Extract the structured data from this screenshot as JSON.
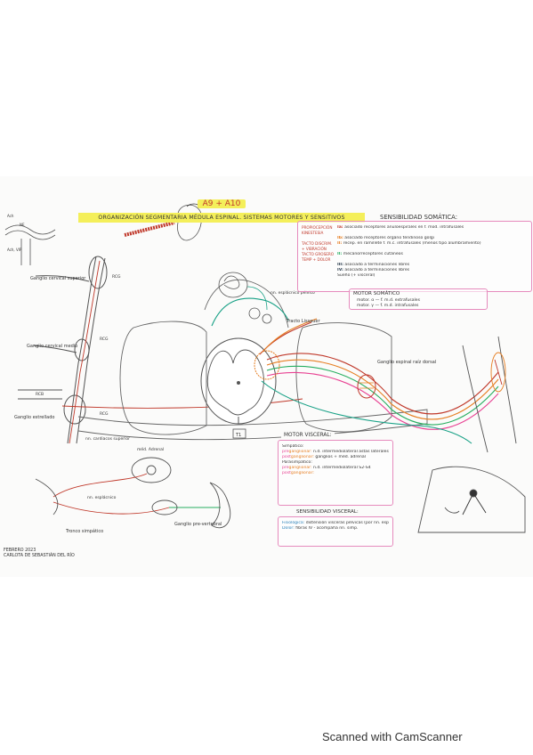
{
  "header": {
    "page_number": "A9 + A10",
    "title": "Organización segmentaria médula espinal. Sistemas motores y sensitivos"
  },
  "sensibilidad_somatica": {
    "title": "Sensibilidad somática:",
    "rows": [
      {
        "key": "Propiocepción",
        "key2": "Kinestesia",
        "num": "Ia:",
        "text": "asociado receptores anuloespirales en f. mod. intrafusales",
        "color": "red"
      },
      {
        "key": "",
        "key2": "",
        "num": "Ib:",
        "text": "asociado receptores órgano tendinoso golgi",
        "color": "orange"
      },
      {
        "key": "Tacto discrim.",
        "key2": "+ vibración",
        "num": "II:",
        "text": "recep. en ramillete f. m.c. intrafusales (menos tipo alumbramiento)",
        "color": "orange"
      },
      {
        "key": "Tacto grosero",
        "key2": "Temp + dolor",
        "num": "II:",
        "text": "mecanorreceptores cutáneos",
        "color": "green"
      },
      {
        "key": "",
        "key2": "",
        "num": "III:",
        "text": "asociado a terminaciones libres",
        "color": "blue"
      },
      {
        "key": "",
        "key2": "",
        "num": "IV:",
        "text": "asociado a terminaciones libres",
        "color": "blue"
      },
      {
        "key": "",
        "key2": "",
        "num": "",
        "text": "Sueño (+ visceral)",
        "color": "blue"
      }
    ]
  },
  "motor_somatico": {
    "title": "Motor somático",
    "rows": [
      "motor. α — f. m.d. extrafusales",
      "motor. γ — f. m.d. intrafusales"
    ]
  },
  "motor_visceral": {
    "title": "Motor visceral:",
    "lines": [
      {
        "label": "Simpático:",
        "text": ""
      },
      {
        "label": "pre",
        "hl": "ganglionar:",
        "text": " n.d. intermediolateral astas laterales T1-L3"
      },
      {
        "label": "post",
        "hl": "ganglionar:",
        "text": " ganglios + méd. adrenal"
      },
      {
        "label": "Parasimpático:",
        "text": ""
      },
      {
        "label": "pre",
        "hl": "ganglionar:",
        "text": " n.d. intermediolateral S2-S4"
      },
      {
        "label": "post",
        "hl": "ganglionar:",
        "text": ""
      }
    ]
  },
  "sensibilidad_visceral": {
    "title": "Sensibilidad visceral:",
    "lines": [
      {
        "label": "Fisiológica:",
        "text": " distensión vísceras pélvicas (por nn. esplácnicos pélvicos)"
      },
      {
        "label": "Dolor:",
        "text": " fibras IV - acompaña nn. simp."
      }
    ]
  },
  "labels": {
    "ganglio_cervical_superior": "Ganglio cervical superior",
    "ganglio_cervical_medio": "Ganglio cervical medio",
    "ganglio_estrellado": "Ganglio estrellado",
    "rcg": "RCG",
    "rcb": "RCB",
    "nn_cardiacos": "nn. cardiacos superior",
    "nn_esplacnico_pelvico": "nn. esplácnico pélvico",
    "tracto_lissauer": "Tracto Lissauer",
    "ganglio_espinal": "Ganglio espinal raíz dorsal",
    "nn_esplacnico": "nn. esplácnico",
    "med_adrenal": "méd. Adrenal",
    "tronco_simpatico": "Tronco simpático",
    "ganglio_prevertebral": "Ganglio pre-vertebral",
    "seg": "T1",
    "ach_vip": "Ach, VIP",
    "ach_top": "Ach",
    "ne": "NE"
  },
  "footer": {
    "date": "Febrero 2023",
    "author": "Carlota de Sebastián del Río"
  },
  "watermark": "Scanned with CamScanner",
  "colors": {
    "red": "#c0392b",
    "orange": "#e67e22",
    "green": "#27ae60",
    "teal": "#16a085",
    "pink": "#e84393",
    "highlight": "#f4ef5a"
  }
}
